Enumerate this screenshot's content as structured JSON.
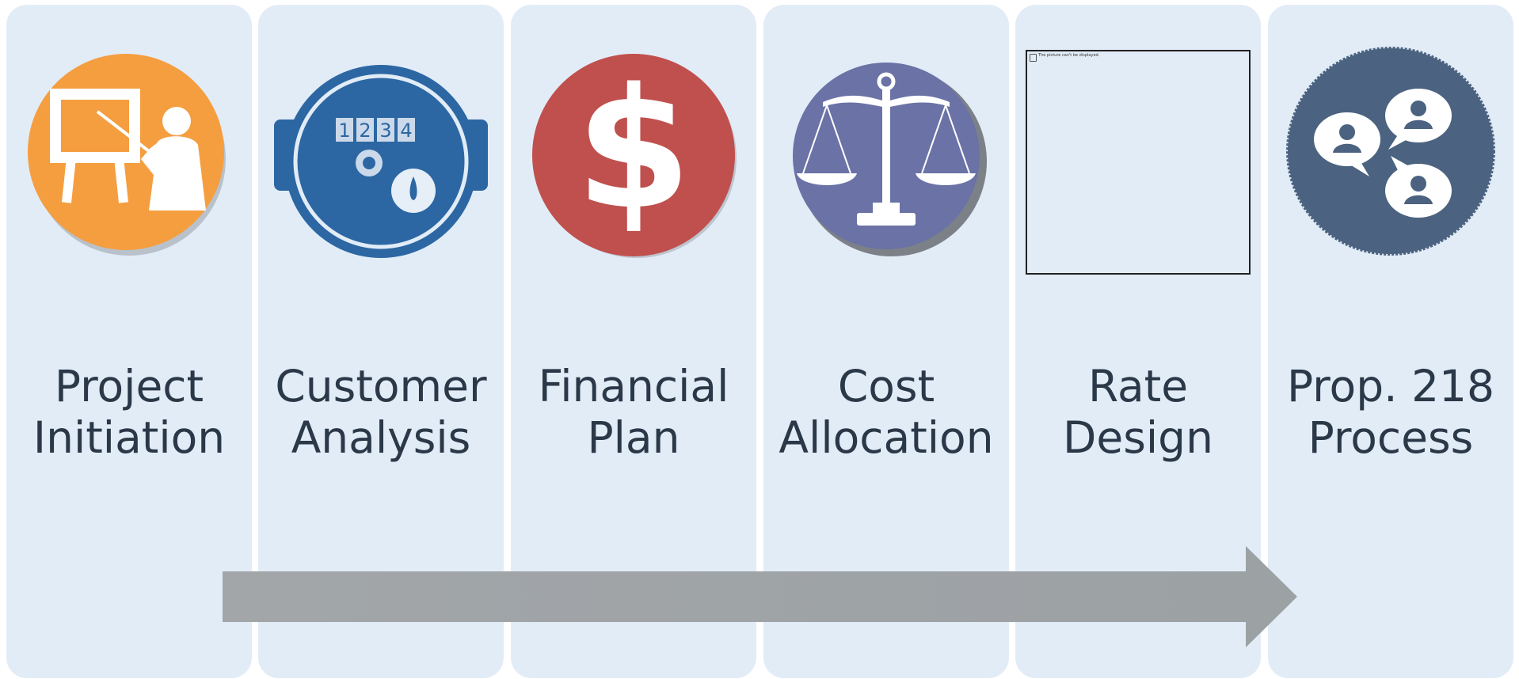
{
  "steps": [
    {
      "line1": "Project",
      "line2": "Initiation",
      "icon": "presentation-icon",
      "color": "#f59e40"
    },
    {
      "line1": "Customer",
      "line2": "Analysis",
      "icon": "water-meter-icon",
      "color": "#2c67a3"
    },
    {
      "line1": "Financial",
      "line2": "Plan",
      "icon": "dollar-icon",
      "color": "#c0504d"
    },
    {
      "line1": "Cost",
      "line2": "Allocation",
      "icon": "scales-icon",
      "color": "#6a72a6"
    },
    {
      "line1": "Rate",
      "line2": "Design",
      "icon": "broken-image-icon",
      "color": "#222222"
    },
    {
      "line1": "Prop. 218",
      "line2": "Process",
      "icon": "speech-bubbles-icon",
      "color": "#4b6380"
    }
  ],
  "arrow_color": "#9fa3a6",
  "broken_image_text": "The picture can't be displayed.",
  "meter_digits": [
    "1",
    "2",
    "3",
    "4"
  ],
  "panel_color": "#e2ecf7"
}
